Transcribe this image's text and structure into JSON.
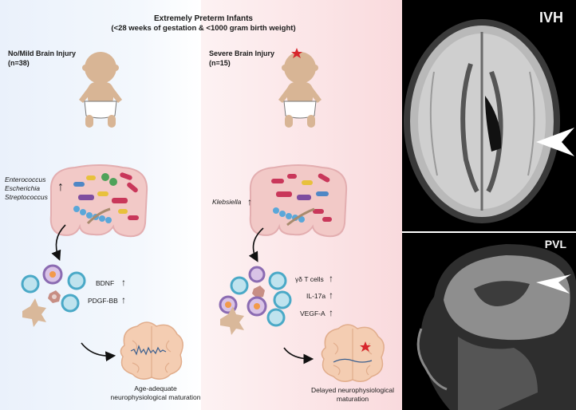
{
  "title": {
    "line1": "Extremely Preterm Infants",
    "line2": "(<28 weeks of gestation & <1000 gram birth weight)"
  },
  "left_group": {
    "label": "No/Mild Brain Injury",
    "n": "(n=38)",
    "bacteria": [
      "Enterococcus",
      "Escherichia",
      "Streptococcus"
    ],
    "markers": [
      "BDNF",
      "PDGF-BB"
    ],
    "outcome_line1": "Age-adequate",
    "outcome_line2": "neurophysiological maturation"
  },
  "right_group": {
    "label": "Severe Brain Injury",
    "n": "(n=15)",
    "bacteria": [
      "Klebsiella"
    ],
    "markers": [
      "γδ T cells",
      "IL-17a",
      "VEGF-A"
    ],
    "outcome_line1": "Delayed neurophysiological",
    "outcome_line2": "maturation"
  },
  "mri": {
    "top_label": "IVH",
    "bottom_label": "PVL"
  },
  "icons": {
    "up_arrow": "↑",
    "injury_marker": "star-icon"
  },
  "colors": {
    "skin": "#d8b595",
    "left_bg": "#eaf1fb",
    "right_bg": "#fbe4e6",
    "injury_star": "#d7262c",
    "gut": "#f2c9c7"
  }
}
